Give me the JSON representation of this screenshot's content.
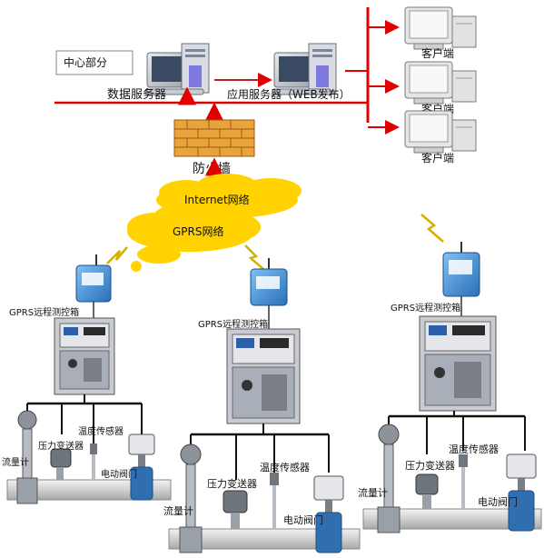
{
  "center_label": "中心部分",
  "data_server_label": "数据服务器",
  "app_server_label": "应用服务器（WEB发布）",
  "firewall_label": "防火墙",
  "internet_label": "Internet网络",
  "gprs_label": "GPRS网络",
  "clients": [
    {
      "label": "客户端"
    },
    {
      "label": "客户端"
    },
    {
      "label": "客户端"
    }
  ],
  "stations": [
    {
      "box_label": "GPRS远程测控箱",
      "flowmeter": "流量计",
      "pressure": "压力变送器",
      "temperature": "温度传感器",
      "valve": "电动阀门"
    },
    {
      "box_label": "GPRS远程测控箱",
      "flowmeter": "流量计",
      "pressure": "压力变送器",
      "temperature": "温度传感器",
      "valve": "电动阀门"
    },
    {
      "box_label": "GPRS远程测控箱",
      "flowmeter": "流量计",
      "pressure": "压力变送器",
      "temperature": "温度传感器",
      "valve": "电动阀门"
    }
  ],
  "colors": {
    "network_line": "#e00000",
    "firewall_brick": "#e8a33a",
    "cloud": "#ffd200",
    "modem": "#3f8fdc",
    "cabinet": "#c8ccd2",
    "pipe": "#d6d6d6"
  }
}
